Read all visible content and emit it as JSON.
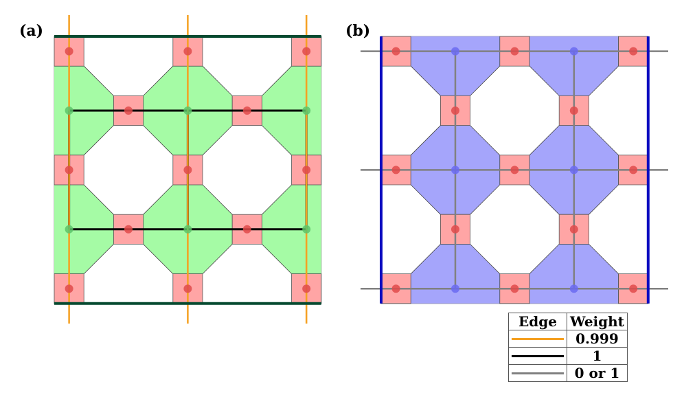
{
  "panels": {
    "a": {
      "label": "(a)"
    },
    "b": {
      "label": "(b)"
    }
  },
  "colors": {
    "red_square": "#ffa5a5",
    "red_node": "#e04a4a",
    "green_region": "#a5fba5",
    "green_node": "#5cc46a",
    "blue_region": "#a5a5fb",
    "blue_node": "#6a6af0",
    "orange_edge": "#f5a020",
    "black_edge": "#000000",
    "gray_edge": "#808080",
    "dark_green_border": "#064a30",
    "blue_border": "#0a0ac0"
  },
  "legend": {
    "header": {
      "edge": "Edge",
      "weight": "Weight"
    },
    "rows": [
      {
        "color": "#f5a020",
        "weight": "0.999"
      },
      {
        "color": "#000000",
        "weight": "1"
      },
      {
        "color": "#808080",
        "weight": "0 or 1"
      }
    ]
  }
}
